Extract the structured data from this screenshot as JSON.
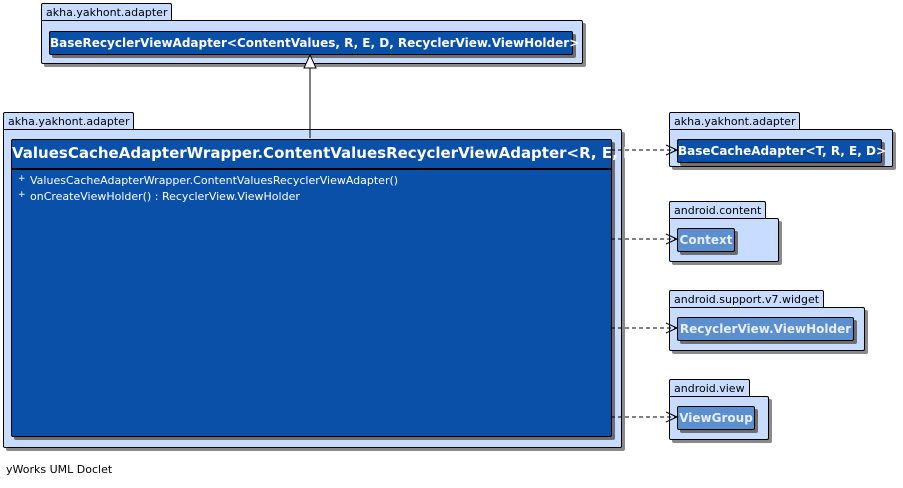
{
  "packages": {
    "top": "akha.yakhont.adapter",
    "main": "akha.yakhont.adapter",
    "right1": "akha.yakhont.adapter",
    "right2": "android.content",
    "right3": "android.support.v7.widget",
    "right4": "android.view"
  },
  "classes": {
    "base": "BaseRecyclerViewAdapter<ContentValues, R, E, D, RecyclerView.ViewHolder>",
    "main": "ValuesCacheAdapterWrapper.ContentValuesRecyclerViewAdapter<R, E, D>",
    "cache": "BaseCacheAdapter<T, R, E, D>",
    "context": "Context",
    "viewholder": "RecyclerView.ViewHolder",
    "viewgroup": "ViewGroup"
  },
  "members": [
    {
      "visibility": "+",
      "text": "ValuesCacheAdapterWrapper.ContentValuesRecyclerViewAdapter()"
    },
    {
      "visibility": "+",
      "text": "onCreateViewHolder() : RecyclerView.ViewHolder"
    }
  ],
  "footer": "yWorks UML Doclet"
}
